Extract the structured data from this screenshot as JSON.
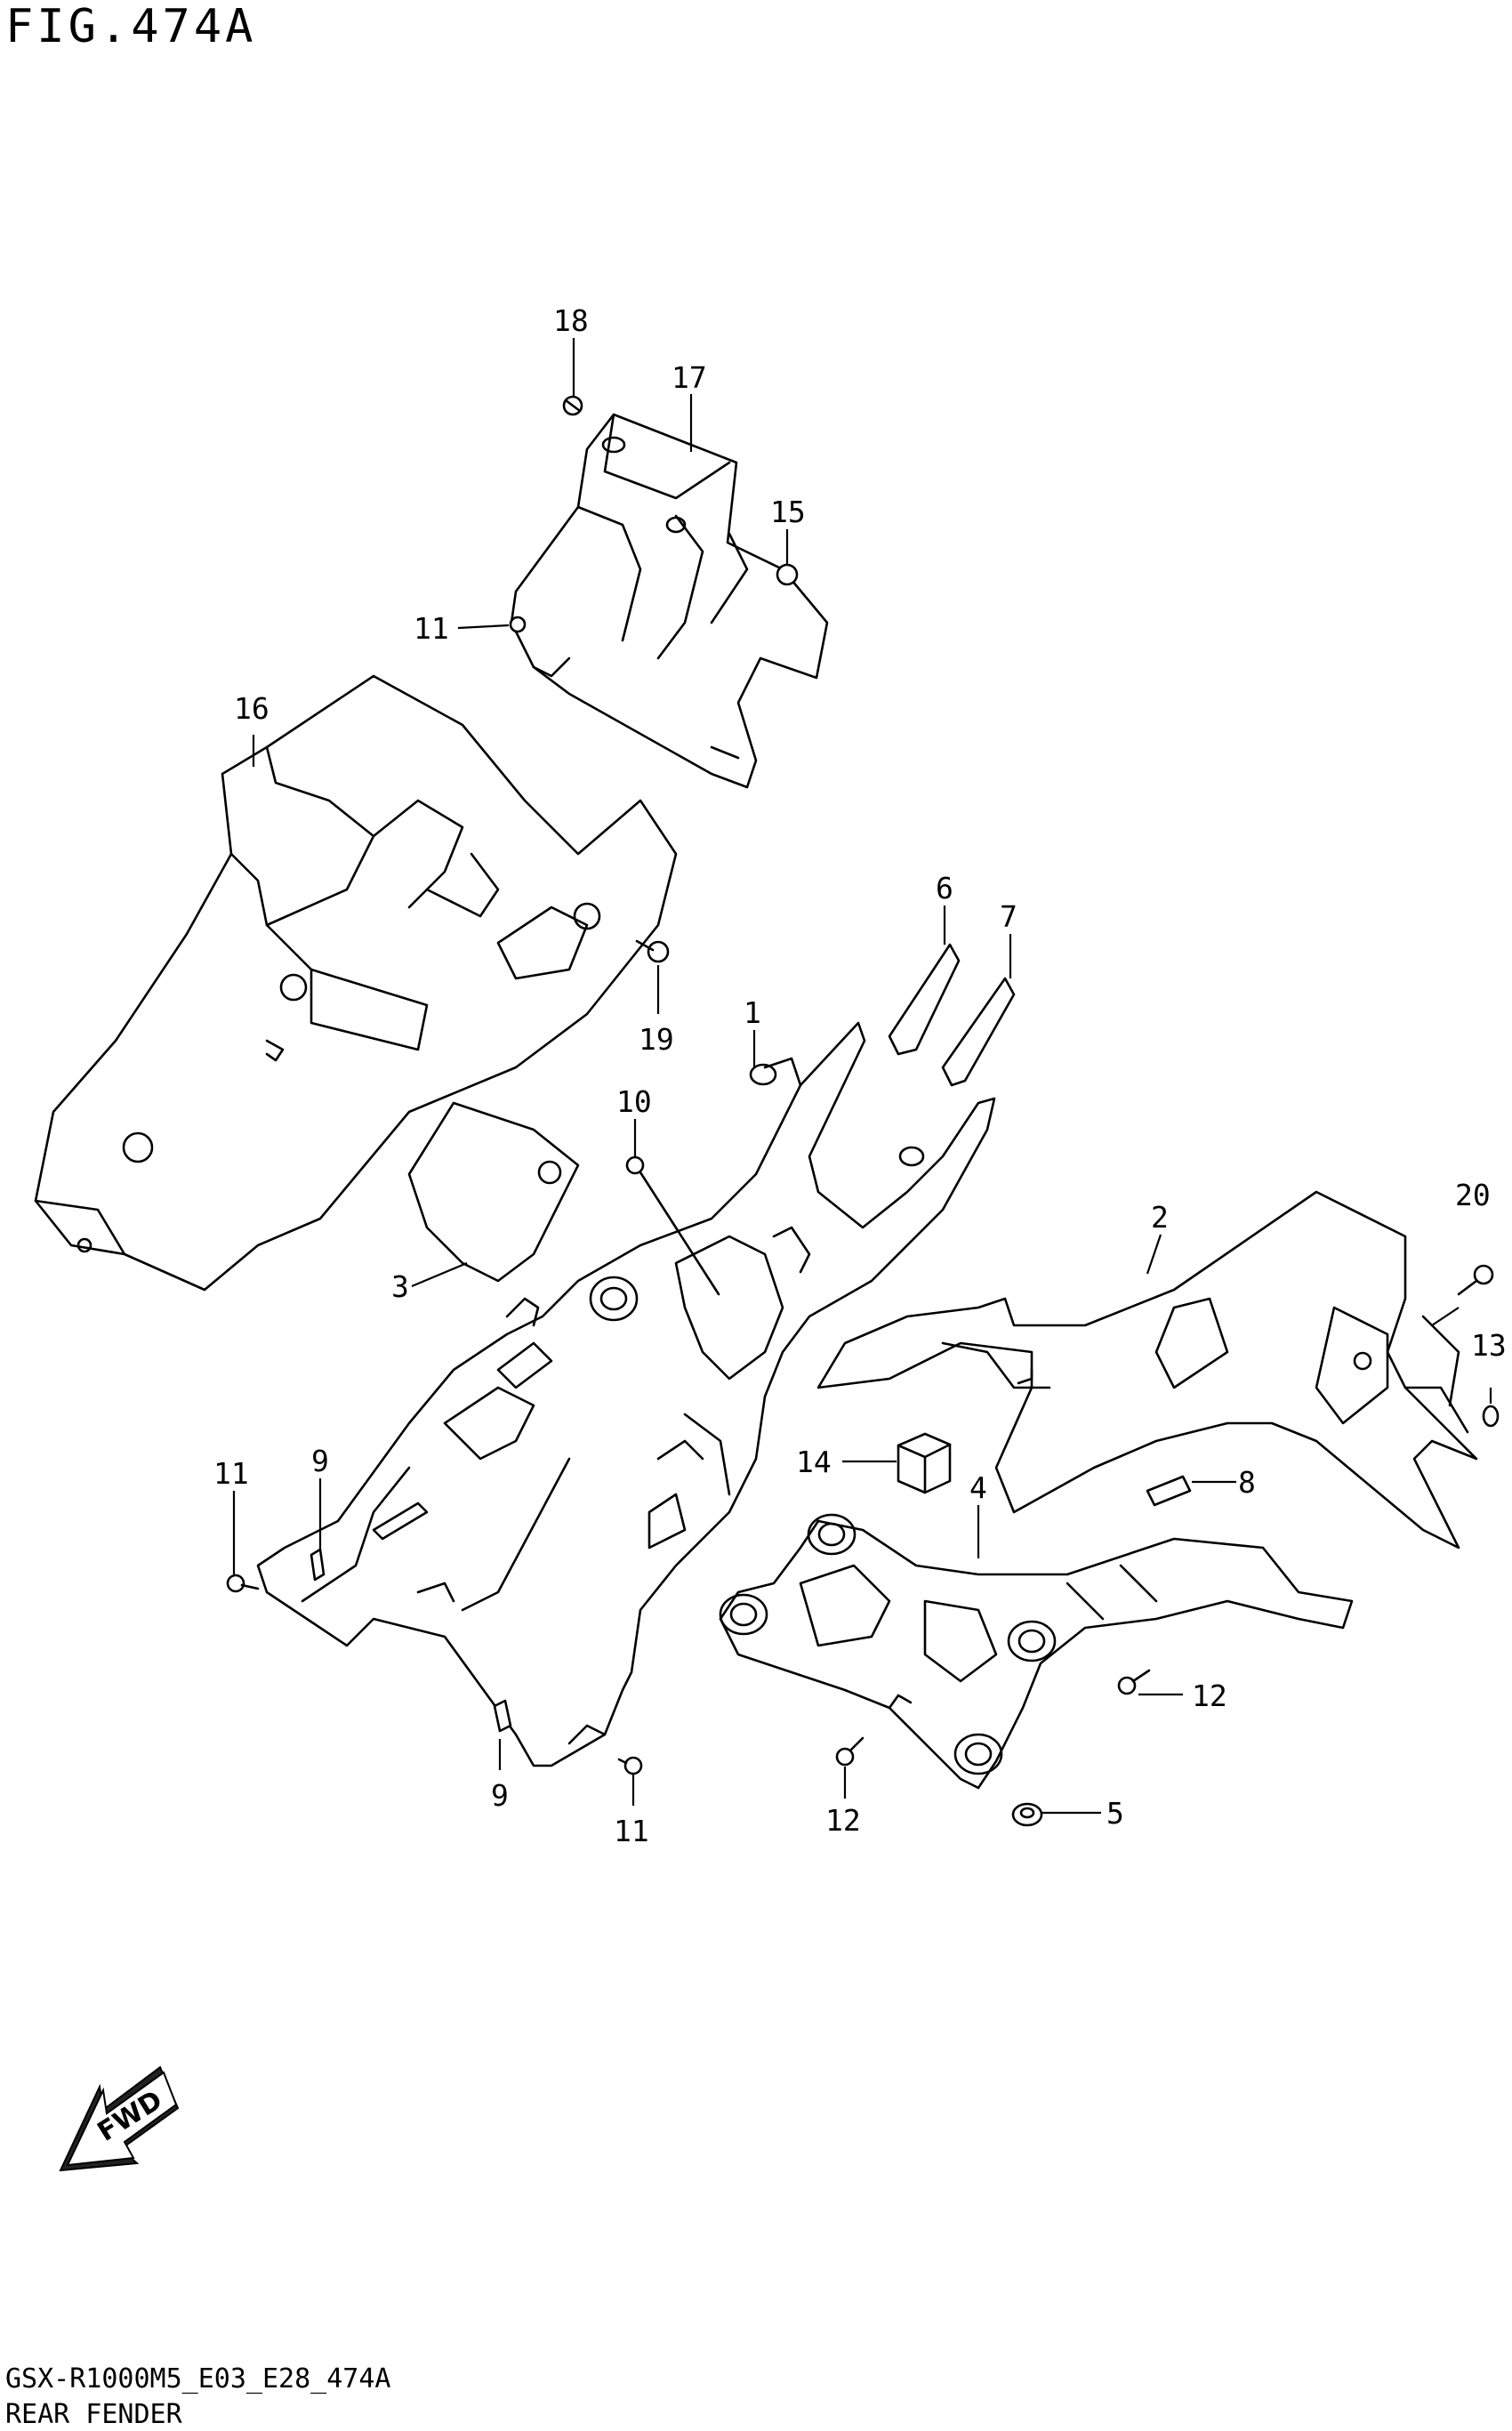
{
  "figure": {
    "title": "FIG.474A",
    "model_code": "GSX-R1000M5_E03_E28_474A",
    "part_name": "REAR FENDER"
  },
  "callouts": {
    "c1": "1",
    "c2": "2",
    "c3": "3",
    "c4": "4",
    "c5": "5",
    "c6": "6",
    "c7": "7",
    "c8": "8",
    "c9a": "9",
    "c9b": "9",
    "c10": "10",
    "c11a": "11",
    "c11b": "11",
    "c11c": "11",
    "c12a": "12",
    "c12b": "12",
    "c13": "13",
    "c14": "14",
    "c15": "15",
    "c16": "16",
    "c17": "17",
    "c18": "18",
    "c19": "19",
    "c20": "20"
  },
  "direction_indicator": {
    "label": "FWD",
    "icon": "forward-arrow-icon"
  }
}
